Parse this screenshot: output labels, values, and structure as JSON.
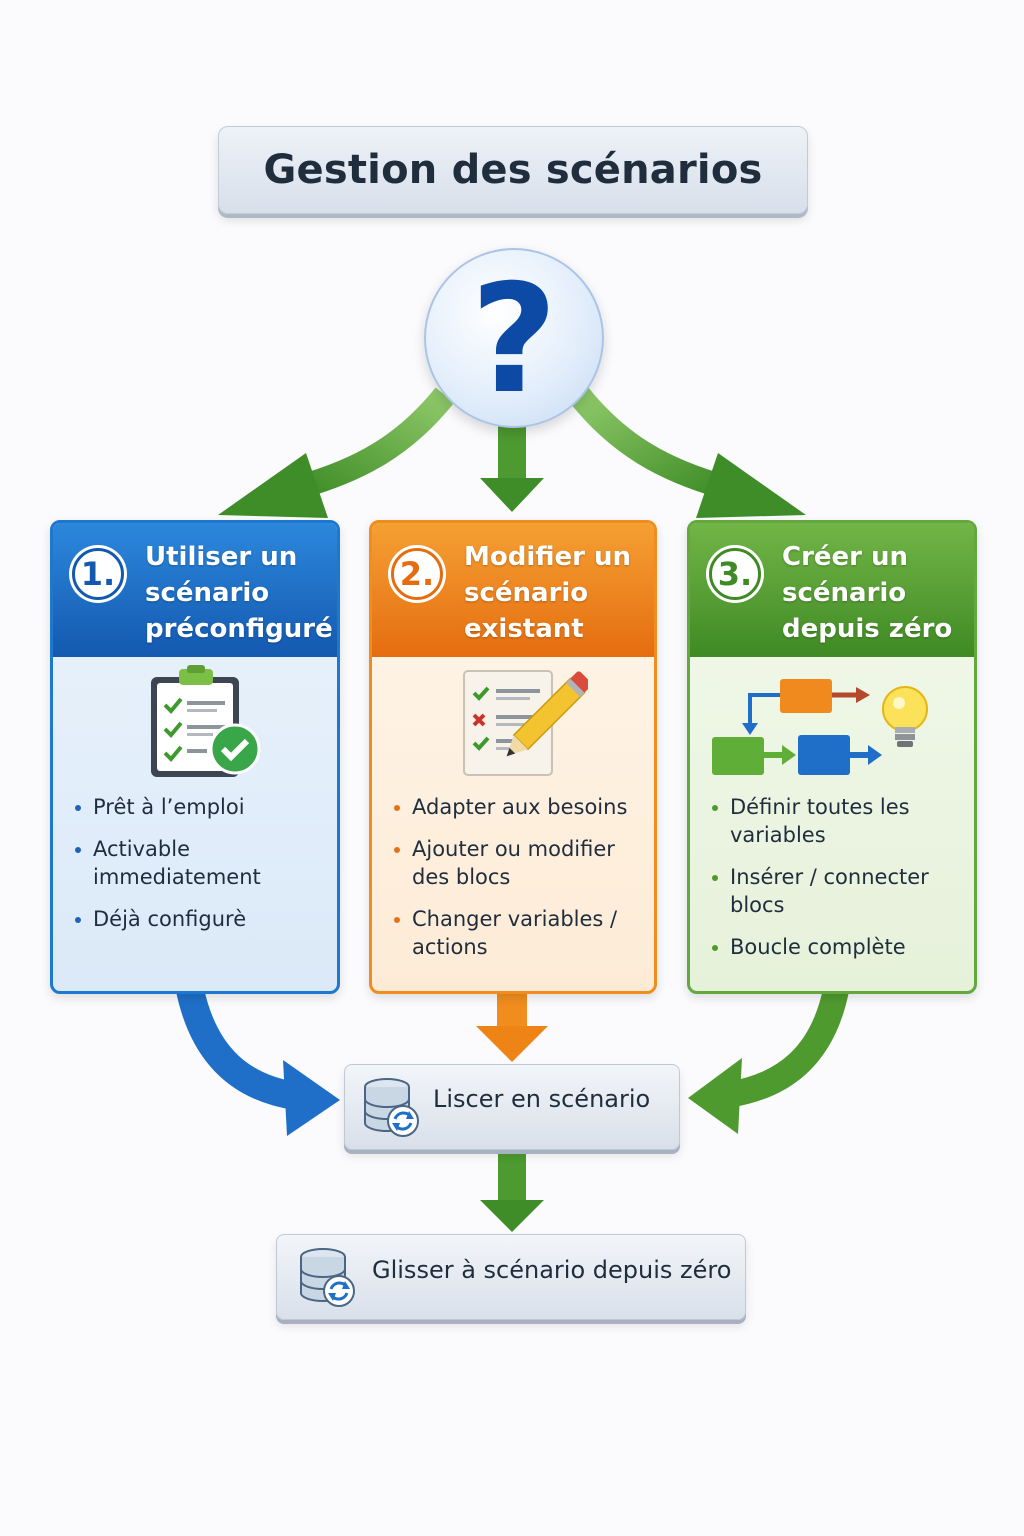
{
  "title": "Gestion des scénarios",
  "question_mark": "?",
  "cards": [
    {
      "number": "1.",
      "title": "Utiliser un scénario préconfiguré",
      "icon": "clipboard-check-icon",
      "color": "#1459b0",
      "items": [
        "Prêt à l’emploi",
        "Activable immediatement",
        "Déjà configurè"
      ]
    },
    {
      "number": "2.",
      "title": "Modifier un scénario existant",
      "icon": "checklist-pencil-icon",
      "color": "#e56d10",
      "items": [
        "Adapter aux besoins",
        "Ajouter ou modifier des blocs",
        "Changer variables / actions"
      ]
    },
    {
      "number": "3.",
      "title": "Créer un scénario depuis zéro",
      "icon": "flowchart-lightbulb-icon",
      "color": "#3f8a24",
      "items": [
        "Définir toutes les variables",
        "Insérer / connecter blocs",
        "Boucle complète"
      ]
    }
  ],
  "steps": [
    {
      "label": "Liscer en scénario",
      "icon": "database-sync-icon"
    },
    {
      "label": "Glisser à scénario depuis zéro",
      "icon": "database-sync-icon"
    }
  ]
}
